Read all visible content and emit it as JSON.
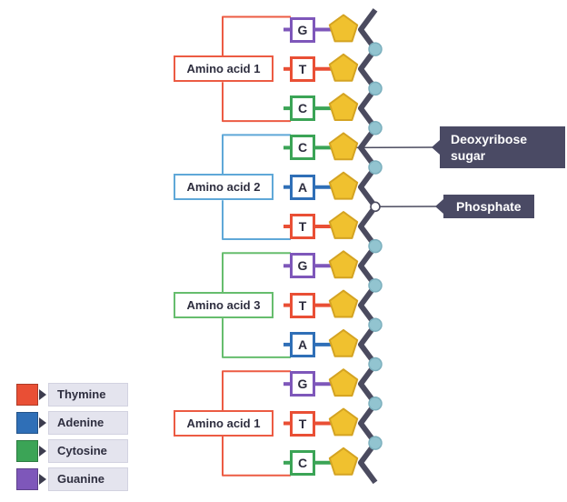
{
  "bases": [
    {
      "letter": "G",
      "base": "guanine"
    },
    {
      "letter": "T",
      "base": "thymine"
    },
    {
      "letter": "C",
      "base": "cytosine"
    },
    {
      "letter": "C",
      "base": "cytosine"
    },
    {
      "letter": "A",
      "base": "adenine"
    },
    {
      "letter": "T",
      "base": "thymine"
    },
    {
      "letter": "G",
      "base": "guanine"
    },
    {
      "letter": "T",
      "base": "thymine"
    },
    {
      "letter": "A",
      "base": "adenine"
    },
    {
      "letter": "G",
      "base": "guanine"
    },
    {
      "letter": "T",
      "base": "thymine"
    },
    {
      "letter": "C",
      "base": "cytosine"
    }
  ],
  "groups": [
    {
      "label": "Amino acid 1",
      "color": "#ec5b43",
      "rows": [
        0,
        1,
        2
      ]
    },
    {
      "label": "Amino acid 2",
      "color": "#5fa8d8",
      "rows": [
        3,
        4,
        5
      ]
    },
    {
      "label": "Amino acid 3",
      "color": "#66bd6d",
      "rows": [
        6,
        7,
        8
      ]
    },
    {
      "label": "Amino acid 1",
      "color": "#ec5b43",
      "rows": [
        9,
        10,
        11
      ]
    }
  ],
  "callouts": {
    "sugar": {
      "label": "Deoxyribose sugar"
    },
    "phosphate": {
      "label": "Phosphate"
    }
  },
  "legend": [
    {
      "label": "Thymine",
      "base": "thymine"
    },
    {
      "label": "Adenine",
      "base": "adenine"
    },
    {
      "label": "Cytosine",
      "base": "cytosine"
    },
    {
      "label": "Guanine",
      "base": "guanine"
    }
  ],
  "colors": {
    "thymine": "#e94f35",
    "adenine": "#2f6fb7",
    "cytosine": "#3ba456",
    "guanine": "#7e57ba",
    "backbone": "#4b4b5f",
    "sugar_fill": "#f0c12f",
    "sugar_stroke": "#d4a322",
    "phosphate_fill": "#92c4d0",
    "phosphate_stroke": "#7bafbd",
    "callout_bg": "#4a4a64",
    "callout_text": "#ffffff",
    "legend_label_bg": "#e4e4ee",
    "legend_pointer": "#3c3c4e",
    "base_letter": "#2e2e3f",
    "amino_text": "#2e2e3f",
    "background": "#ffffff"
  }
}
